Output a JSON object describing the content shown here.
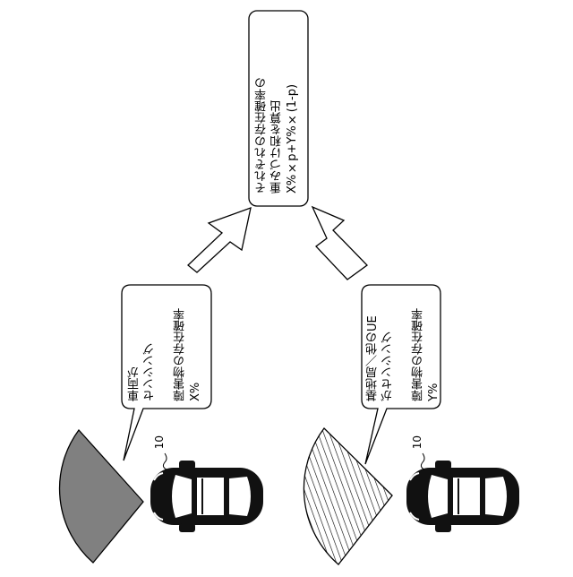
{
  "top_box": {
    "lines": [
      "それぞれの存在確率の",
      "重みづけ和を算出",
      "X%×p+Y%×(1-p)"
    ]
  },
  "left_bubble": {
    "lines": [
      "車両が",
      "センシング",
      "",
      "障害物の存在確率",
      "X%"
    ]
  },
  "right_bubble": {
    "lines": [
      "基地局／他のUE",
      "がセンシング",
      "",
      "障害物の存在確率",
      "Y%"
    ]
  },
  "left_vehicle": {
    "ref": "10"
  },
  "right_vehicle": {
    "ref": "10"
  },
  "colors": {
    "left_sector_fill": "#808080",
    "right_sector_fill": "hatched",
    "car_body": "#111111",
    "window": "#ffffff"
  }
}
